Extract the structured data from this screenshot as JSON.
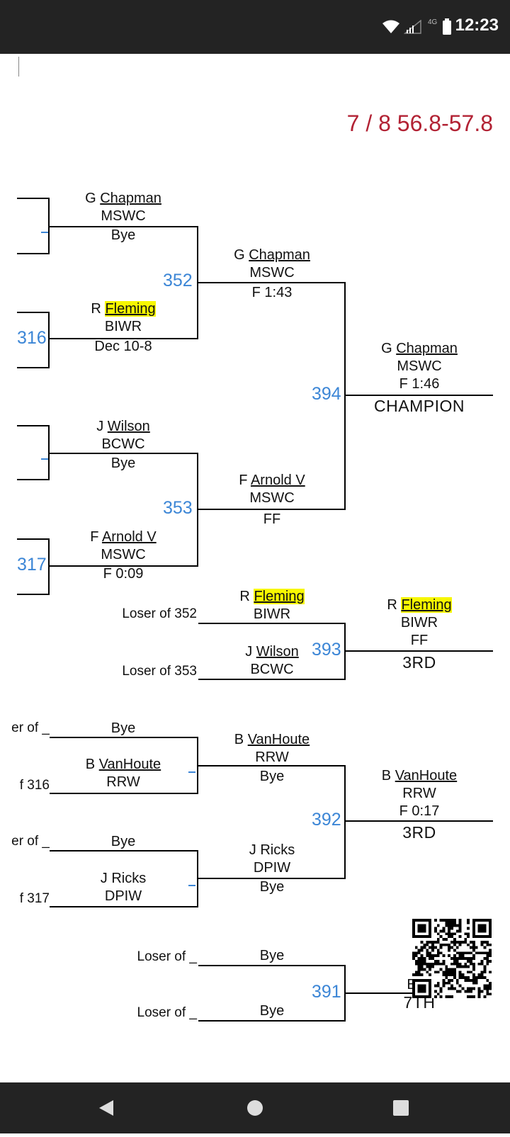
{
  "status_bar": {
    "time": "12:23",
    "network": "4G",
    "icons": [
      "wifi-icon",
      "signal-icon",
      "battery-icon"
    ]
  },
  "header": {
    "weight_class": "7 / 8 56.8-57.8"
  },
  "colors": {
    "bout_number": "#3c86d6",
    "title": "#b22234",
    "highlight": "#f7f700",
    "system_bar": "#232323"
  },
  "bracket": {
    "r1": {
      "s1": {
        "initial": "G",
        "name": "Chapman",
        "team": "MSWC",
        "result": "Bye"
      },
      "s2": {
        "initial": "R",
        "name": "Fleming",
        "team": "BIWR",
        "result": "Dec 10-8"
      },
      "s3": {
        "initial": "J",
        "name": "Wilson",
        "team": "BCWC",
        "result": "Bye"
      },
      "s4": {
        "initial": "F",
        "name": "Arnold V",
        "team": "MSWC",
        "result": "F 0:09"
      },
      "num_316": "316",
      "num_317": "317",
      "dash_a": "–",
      "dash_b": "–"
    },
    "semi": {
      "num_352": "352",
      "num_353": "353",
      "s1": {
        "initial": "G",
        "name": "Chapman",
        "team": "MSWC",
        "result": "F 1:43"
      },
      "s2": {
        "initial": "F",
        "name": "Arnold V",
        "team": "MSWC",
        "result": "FF"
      }
    },
    "final": {
      "num": "394",
      "winner": {
        "initial": "G",
        "name": "Chapman",
        "team": "MSWC",
        "result": "F 1:46"
      },
      "place": "CHAMPION"
    },
    "third": {
      "num": "393",
      "loser_352_label": "Loser of 352",
      "loser_353_label": "Loser of 353",
      "s1": {
        "initial": "R",
        "name": "Fleming",
        "team": "BIWR"
      },
      "s2": {
        "initial": "J",
        "name": "Wilson",
        "team": "BCWC"
      },
      "winner": {
        "initial": "R",
        "name": "Fleming",
        "team": "BIWR",
        "result": "FF"
      },
      "place": "3RD"
    },
    "cons": {
      "l1": "er of _",
      "l2": "f 316",
      "l3": "er of _",
      "l4": "f 317",
      "s1": {
        "text": "Bye"
      },
      "s2": {
        "initial": "B",
        "name": "VanHoute",
        "team": "RRW"
      },
      "s3": {
        "text": "Bye"
      },
      "s4": {
        "name": "J Ricks",
        "team": "DPIW"
      },
      "m1": {
        "initial": "B",
        "name": "VanHoute",
        "team": "RRW",
        "result": "Bye"
      },
      "m2": {
        "name": "J Ricks",
        "team": "DPIW",
        "result": "Bye"
      },
      "num": "392",
      "winner": {
        "initial": "B",
        "name": "VanHoute",
        "team": "RRW",
        "result": "F 0:17"
      },
      "place": "3RD",
      "dash": "–"
    },
    "seventh": {
      "num": "391",
      "l1": "Loser of _",
      "l2": "Loser of _",
      "s1": "Bye",
      "s2": "Bye",
      "winner_partial": "B",
      "place": "7TH"
    }
  }
}
